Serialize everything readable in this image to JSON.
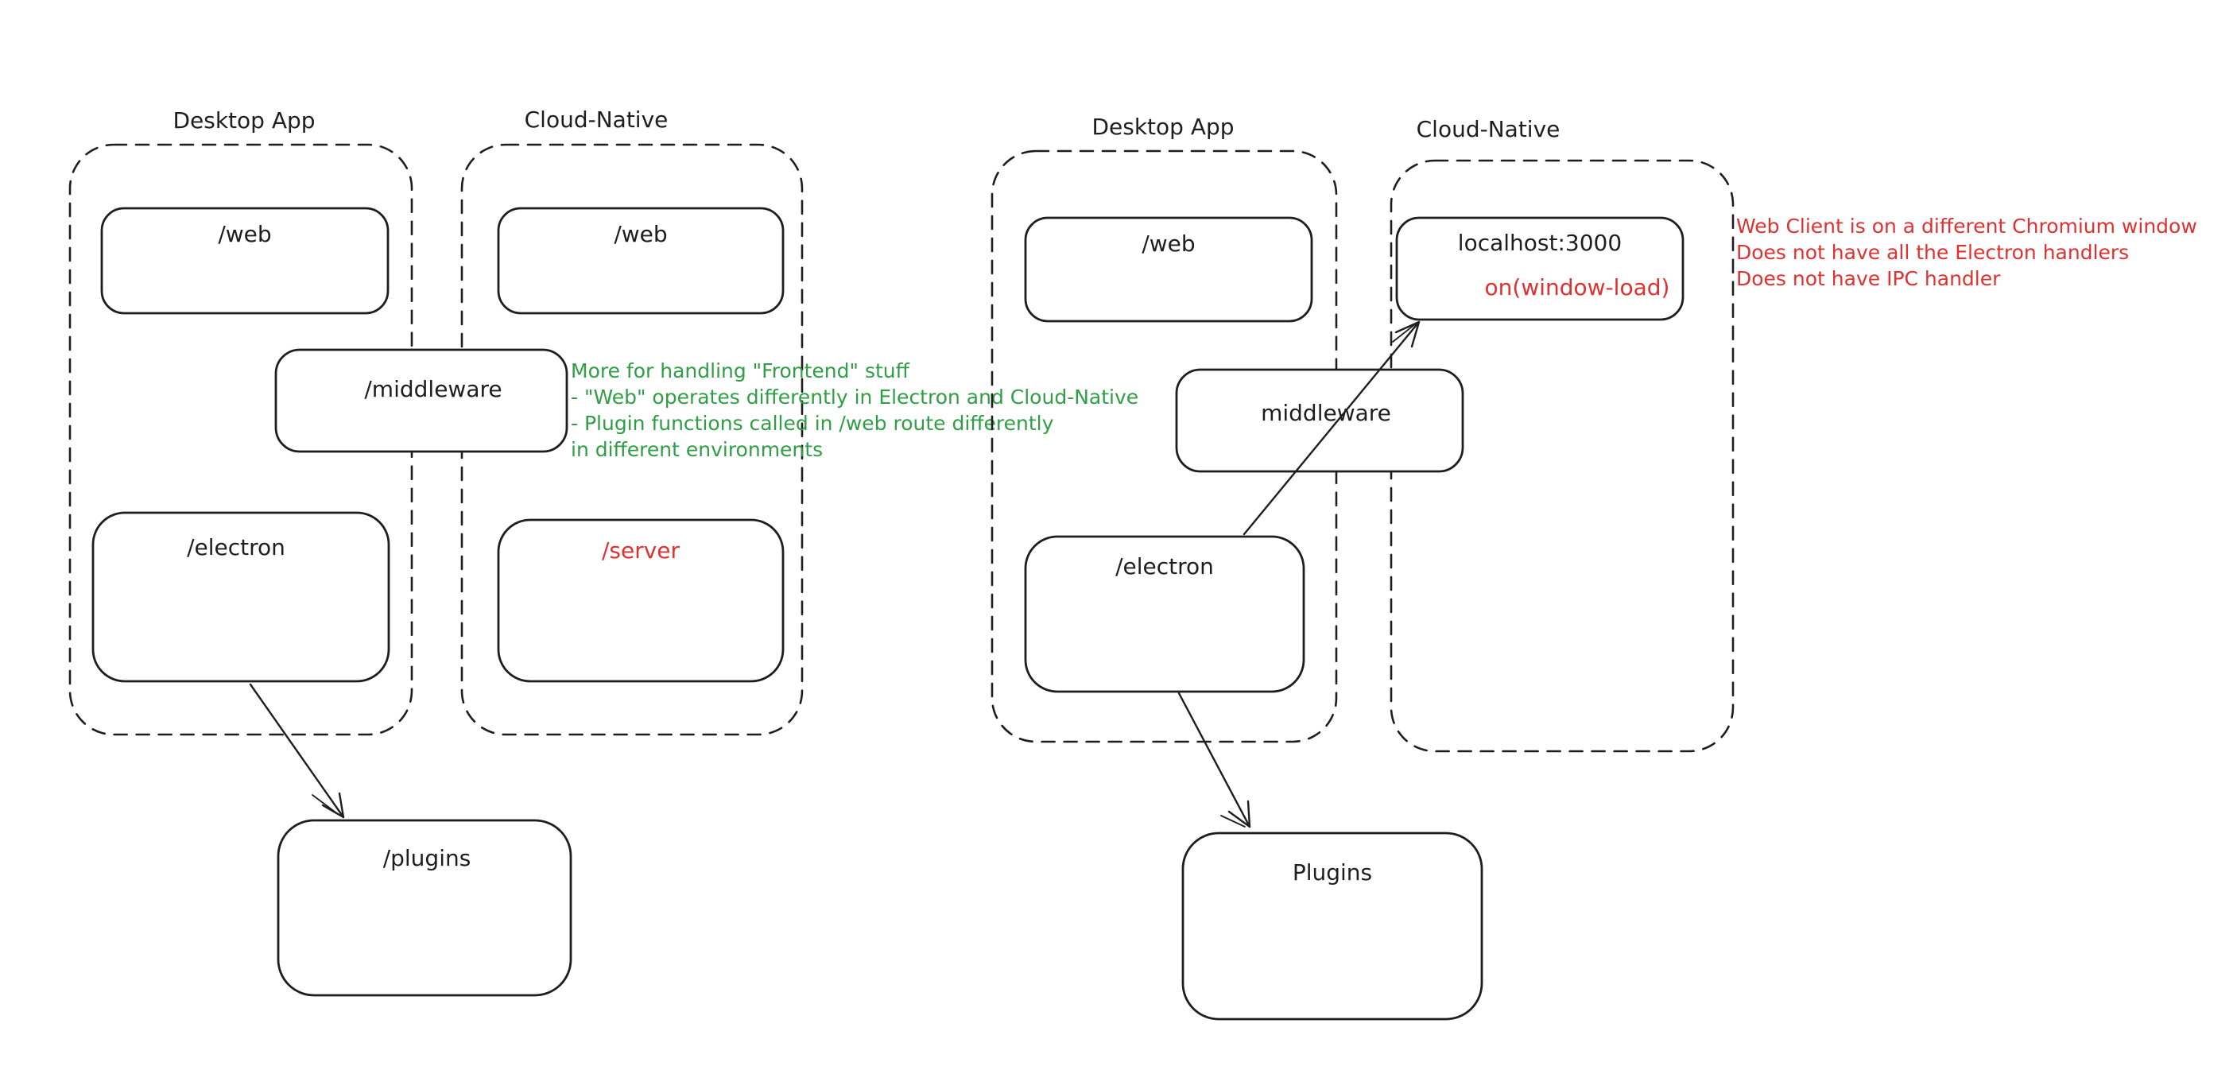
{
  "colors": {
    "ink": "#1e1e1e",
    "red": "#e03131",
    "green": "#2f9e44",
    "background": "#ffffff"
  },
  "left": {
    "desktop_label": "Desktop App",
    "cloud_label": "Cloud-Native",
    "web_desktop": "/web",
    "web_cloud": "/web",
    "middleware": "/middleware",
    "electron": "/electron",
    "server": "/server",
    "plugins": "/plugins",
    "green_note": {
      "line1": "More for handling \"Frontend\" stuff",
      "line2": "- \"Web\" operates differently in Electron and Cloud-Native",
      "line3": "- Plugin functions called in /web route differently",
      "line4": "in different environments"
    }
  },
  "right": {
    "desktop_label": "Desktop App",
    "cloud_label": "Cloud-Native",
    "web_desktop": "/web",
    "localhost": "localhost:3000",
    "window_load": "on(window-load)",
    "middleware": "middleware",
    "electron": "/electron",
    "plugins": "Plugins",
    "red_note": {
      "line1": "Web Client is on a different Chromium window",
      "line2": "Does not have all the Electron handlers",
      "line3": "Does not have IPC handler"
    }
  }
}
